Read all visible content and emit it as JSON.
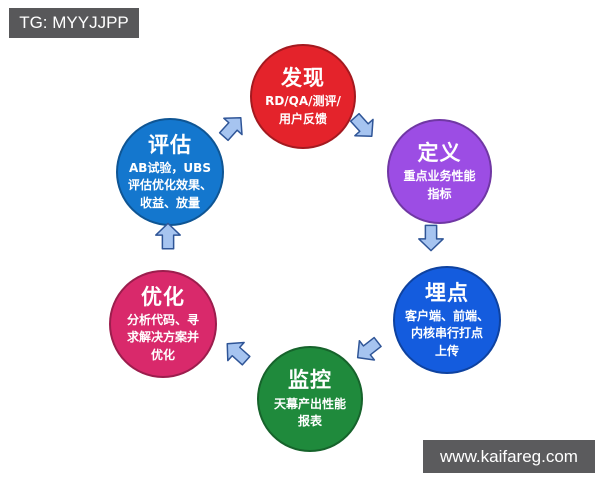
{
  "watermarks": {
    "top": {
      "text": "TG: MYYJJPP",
      "bg": "#58585a"
    },
    "bottom": {
      "text": "www.kaifareg.com",
      "bg": "#5b5b5d"
    }
  },
  "diagram": {
    "title": "performance-optimization-cycle",
    "arrow_fill": "#a6c4f0",
    "arrow_stroke": "#2f5597",
    "nodes": [
      {
        "id": "discover",
        "title": "发现",
        "subtitle": "RD/QA/测评/\n用户反馈",
        "color": "#e4232b"
      },
      {
        "id": "define",
        "title": "定义",
        "subtitle": "重点业务性能\n指标",
        "color": "#9c4de4"
      },
      {
        "id": "instrument",
        "title": "埋点",
        "subtitle": "客户端、前端、\n内核串行打点\n上传",
        "color": "#145cde"
      },
      {
        "id": "monitor",
        "title": "监控",
        "subtitle": "天幕产出性能\n报表",
        "color": "#1f8a3c"
      },
      {
        "id": "optimize",
        "title": "优化",
        "subtitle": "分析代码、寻\n求解决方案并\n优化",
        "color": "#d9296b"
      },
      {
        "id": "evaluate",
        "title": "评估",
        "subtitle": "AB试验，UBS\n评估优化效果、\n收益、放量",
        "color": "#1477ce"
      }
    ],
    "arrows": [
      {
        "from": "evaluate",
        "to": "discover"
      },
      {
        "from": "discover",
        "to": "define"
      },
      {
        "from": "define",
        "to": "instrument"
      },
      {
        "from": "instrument",
        "to": "monitor"
      },
      {
        "from": "monitor",
        "to": "optimize"
      },
      {
        "from": "optimize",
        "to": "evaluate"
      }
    ]
  }
}
